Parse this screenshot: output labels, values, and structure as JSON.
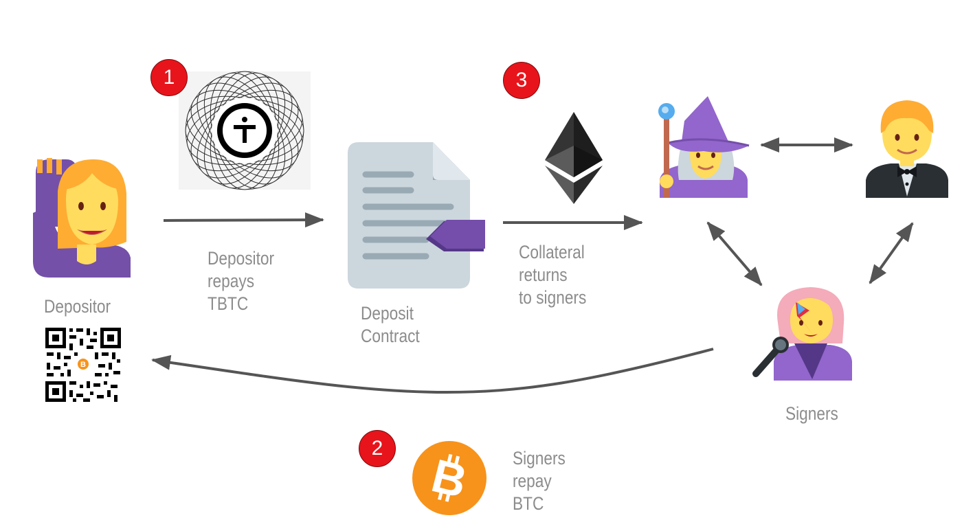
{
  "labels": {
    "depositor": "Depositor",
    "step1": [
      "Depositor",
      "repays",
      "TBTC"
    ],
    "deposit_contract": [
      "Deposit",
      "Contract"
    ],
    "step3": [
      "Collateral",
      "returns",
      "to signers"
    ],
    "signers": "Signers",
    "step2": [
      "Signers",
      "repay",
      "BTC"
    ]
  },
  "badges": {
    "one": "1",
    "two": "2",
    "three": "3"
  },
  "icons": {
    "tbtc": "tbtc-logo-icon",
    "ethereum": "ethereum-icon",
    "bitcoin": "bitcoin-icon",
    "document": "document-icon",
    "depositor": "woman-raising-hand-icon",
    "qr": "bitcoin-qr-code-icon",
    "mage": "woman-mage-icon",
    "tuxedo": "man-in-tuxedo-icon",
    "singer": "woman-singer-icon"
  },
  "colors": {
    "badge": "#e8141b",
    "arrow": "#555555",
    "label": "#8c8c8c",
    "bitcoin": "#f7931a",
    "purple": "#7450a8",
    "skin": "#ffdc5d"
  }
}
